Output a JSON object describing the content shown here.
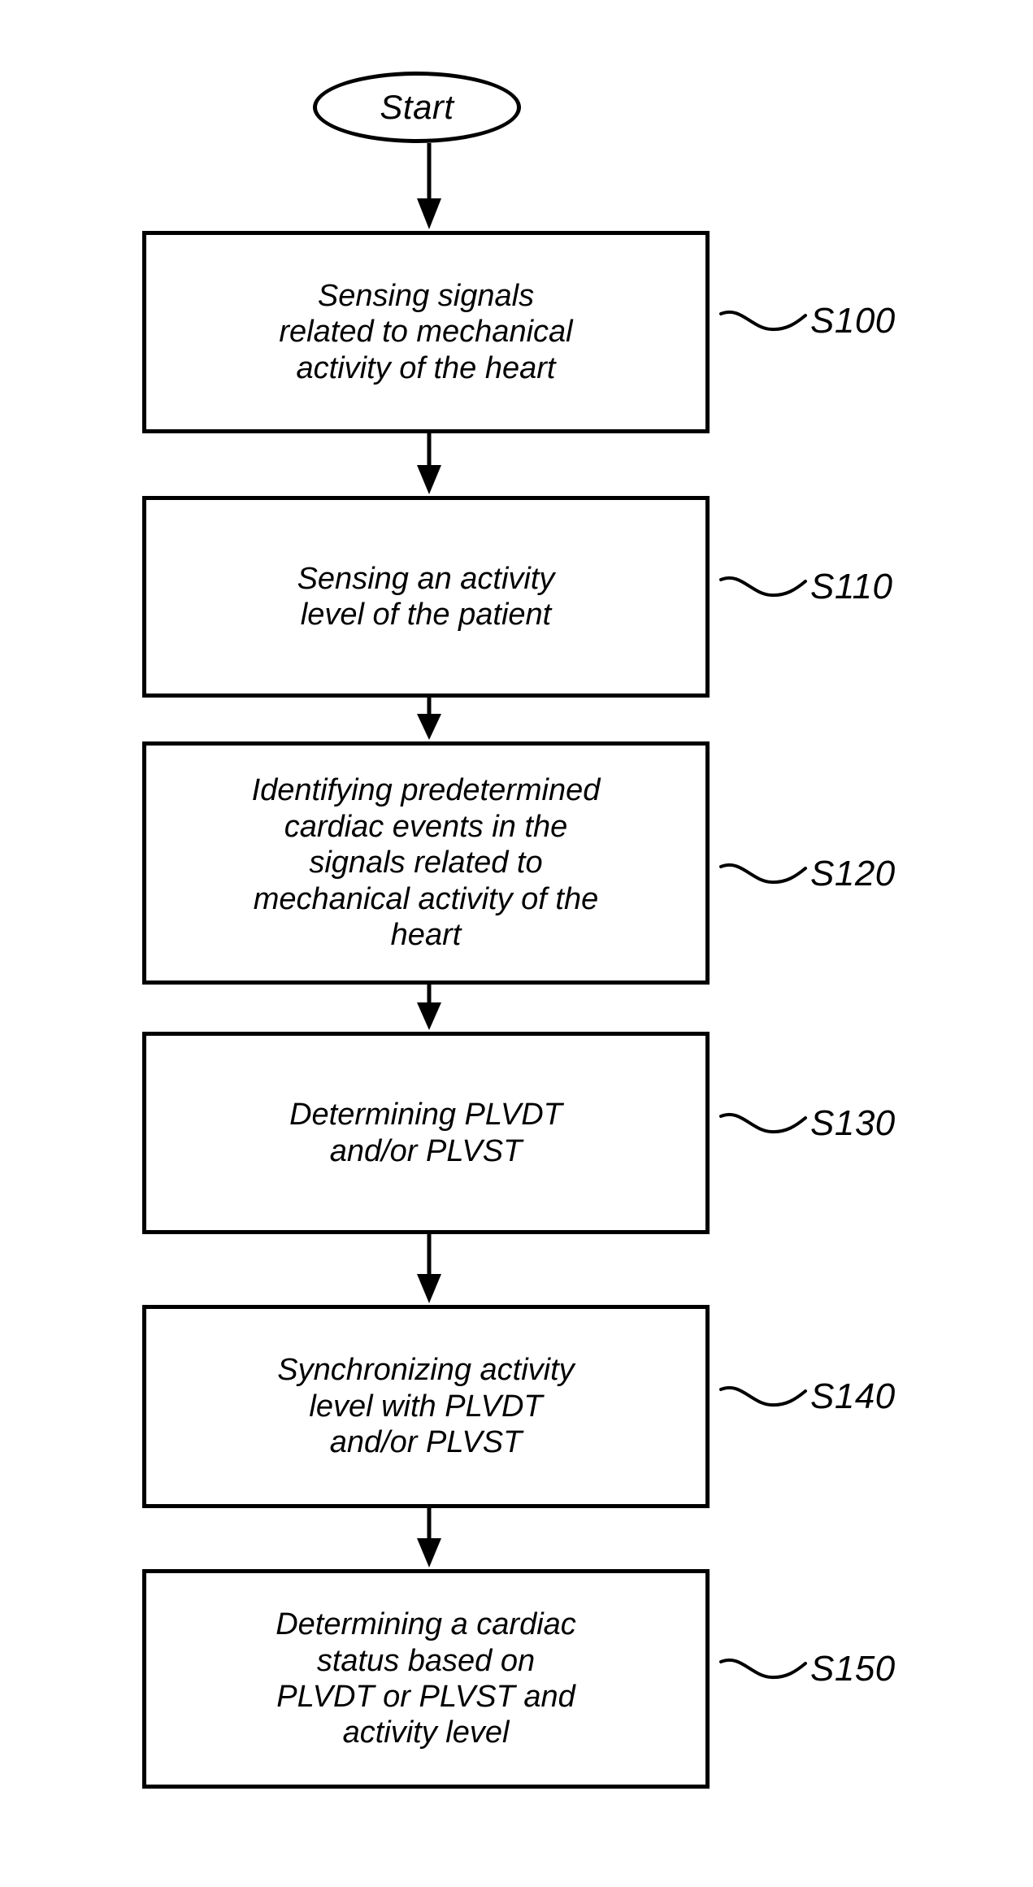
{
  "figure": {
    "type": "flowchart",
    "background_color": "#ffffff",
    "line_color": "#000000",
    "start_node": {
      "shape": "ellipse",
      "label": "Start"
    },
    "steps": [
      {
        "id": "S100",
        "ref_label": "S100",
        "text": "Sensing signals\nrelated to mechanical\nactivity of the heart"
      },
      {
        "id": "S110",
        "ref_label": "S110",
        "text": "Sensing an activity\nlevel of the patient"
      },
      {
        "id": "S120",
        "ref_label": "S120",
        "text": "Identifying predetermined\ncardiac events in the\nsignals related to\nmechanical activity of the\nheart"
      },
      {
        "id": "S130",
        "ref_label": "S130",
        "text": "Determining PLVDT\nand/or PLVST"
      },
      {
        "id": "S140",
        "ref_label": "S140",
        "text": "Synchronizing activity\nlevel with PLVDT\nand/or PLVST"
      },
      {
        "id": "S150",
        "ref_label": "S150",
        "text": "Determining a cardiac\nstatus based on\nPLVDT or PLVST and\nactivity level"
      }
    ],
    "connectors": [
      {
        "from": "start",
        "to": "S100",
        "arrow": "down"
      },
      {
        "from": "S100",
        "to": "S110",
        "arrow": "down"
      },
      {
        "from": "S110",
        "to": "S120",
        "arrow": "down"
      },
      {
        "from": "S120",
        "to": "S130",
        "arrow": "down"
      },
      {
        "from": "S130",
        "to": "S140",
        "arrow": "down"
      },
      {
        "from": "S140",
        "to": "S150",
        "arrow": "down"
      }
    ]
  }
}
